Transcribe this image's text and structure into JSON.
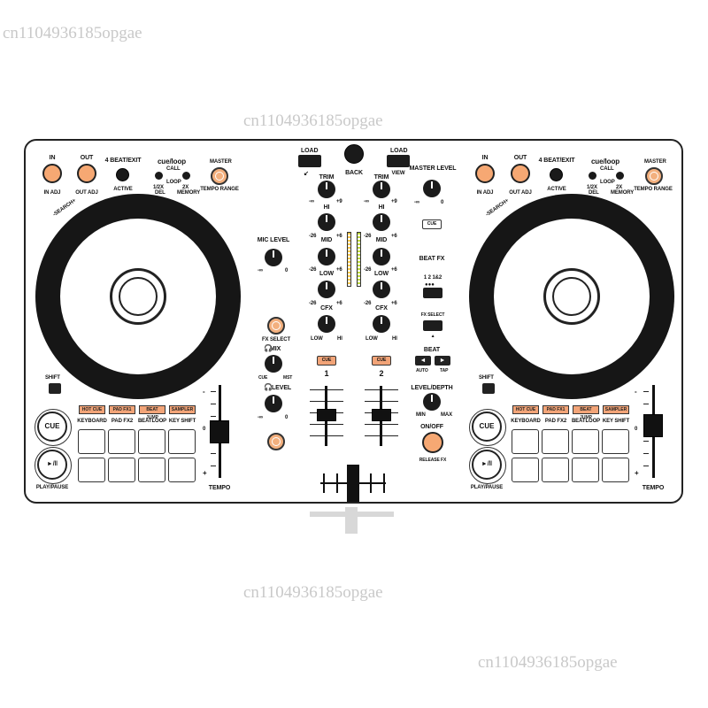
{
  "watermark": {
    "text": "cn1104936185opgae"
  },
  "deck_left": {
    "in_label": "IN",
    "in_sub": "IN ADJ",
    "out_label": "OUT",
    "out_sub": "OUT ADJ",
    "beat_exit_label": "4 BEAT/EXIT",
    "active_label": "ACTIVE",
    "cueloop_label": "cue/loop",
    "call_label": "CALL",
    "loop_label": "LOOP",
    "half_label": "1/2X",
    "del_label": "DEL",
    "double_label": "2X",
    "memory_label": "MEMORY",
    "master_label": "MASTER",
    "tempo_range_label": "TEMPO RANGE",
    "search_label": "-SEARCH+",
    "shift_label": "SHIFT",
    "modes": [
      "HOT CUE",
      "PAD FX1",
      "BEAT JUMP",
      "SAMPLER"
    ],
    "sub_modes": [
      "KEYBOARD",
      "PAD FX2",
      "BEATLOOP",
      "KEY SHIFT"
    ],
    "cue_label": "CUE",
    "play_symbol": "►/‖",
    "play_label": "PLAY/PAUSE",
    "tempo_label": "TEMPO",
    "tempo_minus": "-",
    "tempo_zero": "0",
    "tempo_plus": "+"
  },
  "deck_right": {
    "in_label": "IN",
    "in_sub": "IN ADJ",
    "out_label": "OUT",
    "out_sub": "OUT ADJ",
    "beat_exit_label": "4 BEAT/EXIT",
    "active_label": "ACTIVE",
    "cueloop_label": "cue/loop",
    "call_label": "CALL",
    "loop_label": "LOOP",
    "half_label": "1/2X",
    "del_label": "DEL",
    "double_label": "2X",
    "memory_label": "MEMORY",
    "master_label": "MASTER",
    "tempo_range_label": "TEMPO RANGE",
    "search_label": "-SEARCH+",
    "shift_label": "SHIFT",
    "modes": [
      "HOT CUE",
      "PAD FX1",
      "BEAT JUMP",
      "SAMPLER"
    ],
    "sub_modes": [
      "KEYBOARD",
      "PAD FX2",
      "BEATLOOP",
      "KEY SHIFT"
    ],
    "cue_label": "CUE",
    "play_symbol": "►/‖",
    "play_label": "PLAY/PAUSE",
    "tempo_label": "TEMPO",
    "tempo_minus": "-",
    "tempo_zero": "0",
    "tempo_plus": "+"
  },
  "mixer": {
    "load_label": "LOAD",
    "back_label": "BACK",
    "view_label": "VIEW",
    "trim_label": "TRIM",
    "trim_min": "-∞",
    "trim_max": "+9",
    "hi_label": "HI",
    "mid_label": "MID",
    "low_label": "LOW",
    "cfx_label": "CFX",
    "eq_min": "-26",
    "eq_max": "+6",
    "cfx_min": "LOW",
    "cfx_max": "HI",
    "mic_level_label": "MIC LEVEL",
    "mic_min": "-∞",
    "mic_max": "0",
    "fx_select_label": "FX SELECT",
    "mix_label": "MIX",
    "cue_mix_label": "CUE",
    "mst_label": "MST",
    "level_label": "LEVEL",
    "level_min": "-∞",
    "level_max": "0",
    "cue_ch_label": "CUE",
    "ch1_label": "1",
    "ch2_label": "2",
    "master_level_label": "MASTER LEVEL",
    "master_min": "-∞",
    "master_max": "0",
    "master_cue_label": "CUE",
    "beat_fx_label": "BEAT FX",
    "beat_fx_options": "1  2  1&2",
    "fx_select_right_label": "FX SELECT",
    "beat_label": "BEAT",
    "auto_label": "AUTO",
    "tap_label": "TAP",
    "left_arrow": "◄",
    "right_arrow": "►",
    "level_depth_label": "LEVEL/DEPTH",
    "min_label": "MIN",
    "max_label": "MAX",
    "onoff_label": "ON/OFF",
    "release_fx_label": "RELEASE FX"
  }
}
